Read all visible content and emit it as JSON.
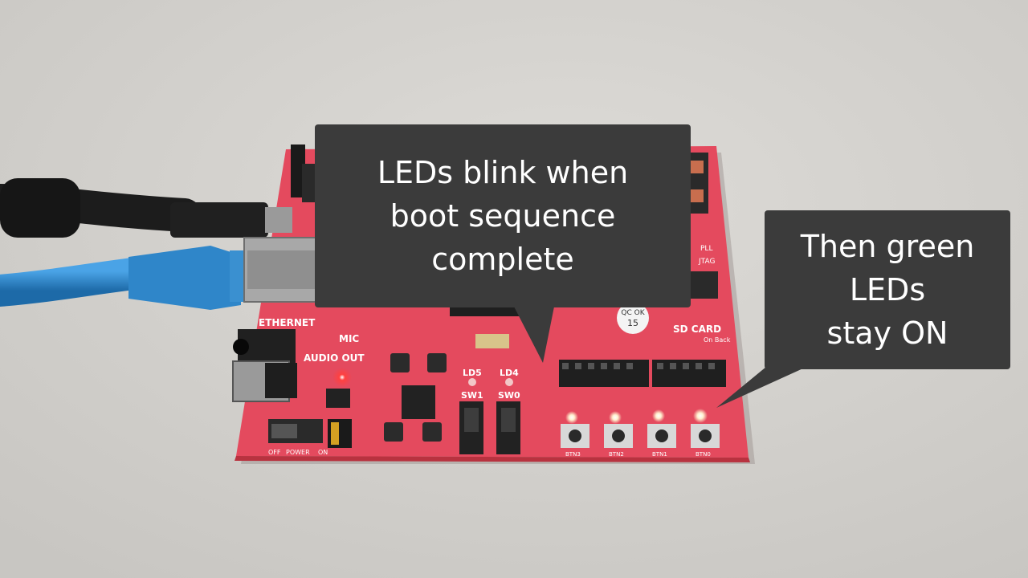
{
  "callouts": {
    "boot": {
      "lines": [
        "LEDs blink when",
        "boot sequence",
        "complete"
      ]
    },
    "green": {
      "lines": [
        "Then green",
        "LEDs",
        "stay ON"
      ]
    }
  },
  "board_labels": {
    "ethernet": "ETHERNET",
    "mic": "MIC",
    "audio_out": "AUDIO OUT",
    "sd_card": "SD CARD",
    "on_back": "On Back",
    "qc_ok": "QC OK",
    "qc_num": "15",
    "ld5": "LD5",
    "ld4": "LD4",
    "sw1": "SW1",
    "sw0": "SW0",
    "pll": "PLL",
    "jtag": "JTAG",
    "off": "OFF",
    "power": "POWER",
    "on": "ON",
    "btn3": "BTN3",
    "btn2": "BTN2",
    "btn1": "BTN1",
    "btn0": "BTN0"
  },
  "colors": {
    "background": "#d3d1cd",
    "board": "#e44a5e",
    "callout": "#3b3b3b",
    "cable_blue": "#2f86c9",
    "cable_black": "#1c1c1c",
    "led_red": "#ff2a2a",
    "led_white": "#fff6e0"
  }
}
